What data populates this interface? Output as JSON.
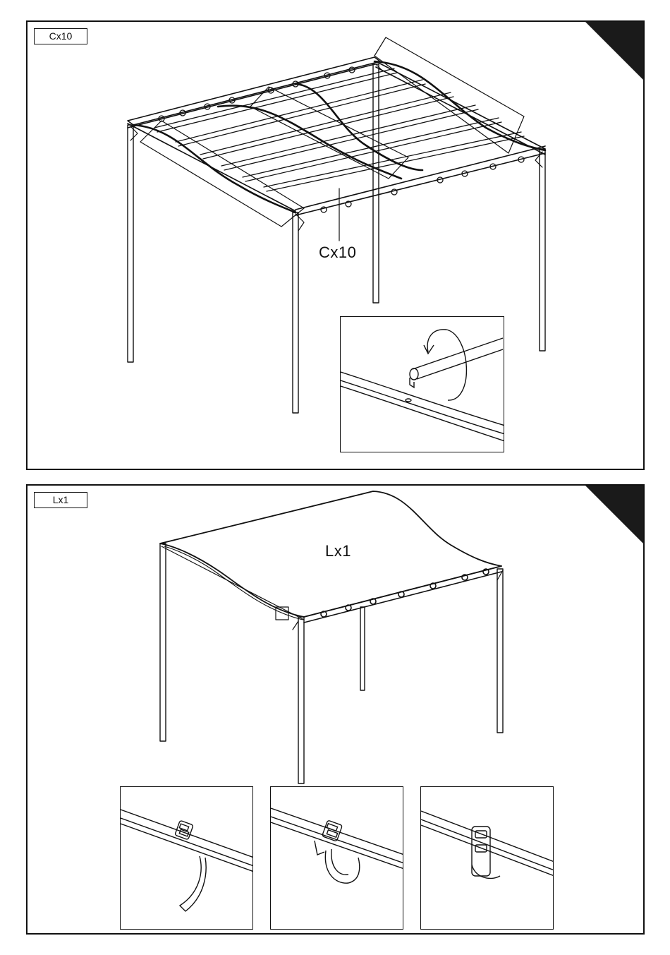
{
  "steps": [
    {
      "part_tag": "Cx10",
      "callout": "Cx10"
    },
    {
      "part_tag": "Lx1",
      "callout": "Lx1"
    }
  ]
}
